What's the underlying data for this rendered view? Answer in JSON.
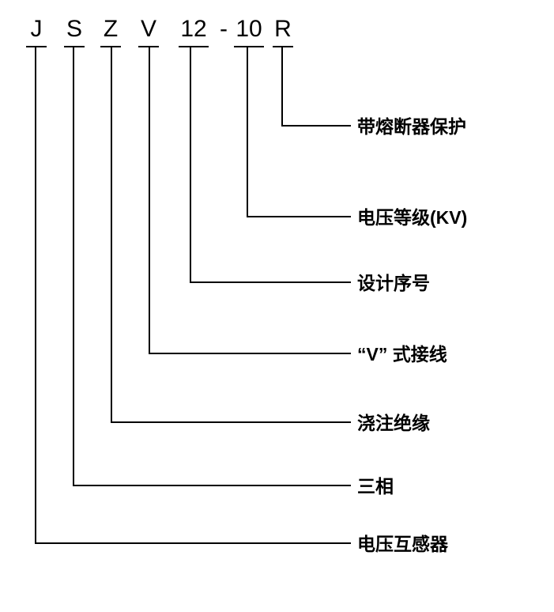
{
  "code": {
    "parts": [
      {
        "text": "J"
      },
      {
        "text": "S"
      },
      {
        "text": "Z"
      },
      {
        "text": "V"
      },
      {
        "text": "12"
      },
      {
        "text": "-"
      },
      {
        "text": "10"
      },
      {
        "text": "R"
      }
    ],
    "full": "JSZV12-10R"
  },
  "legend": [
    {
      "code": "R",
      "label": "带熔断器保护"
    },
    {
      "code": "10",
      "label": "电压等级(KV)"
    },
    {
      "code": "12",
      "label": "设计序号"
    },
    {
      "code": "V",
      "label": "“V” 式接线"
    },
    {
      "code": "Z",
      "label": "浇注绝缘"
    },
    {
      "code": "S",
      "label": "三相"
    },
    {
      "code": "J",
      "label": "电压互感器"
    }
  ],
  "colors": {
    "line": "#000000",
    "text": "#000000",
    "background": "#ffffff"
  }
}
